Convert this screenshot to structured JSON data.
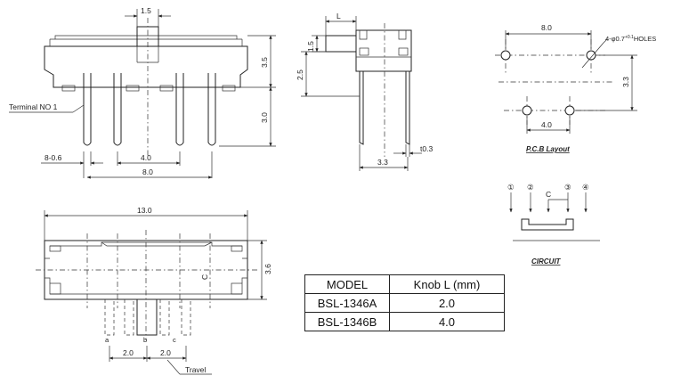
{
  "front_view": {
    "dim_top": "1.5",
    "dim_right_upper": "3.5",
    "dim_right_lower": "3.0",
    "dim_pin_dia": "8-0.6",
    "dim_inner_span": "4.0",
    "dim_outer_span": "8.0",
    "terminal_label": "Terminal NO 1"
  },
  "side_view": {
    "dim_knob_l": "L",
    "dim_knob_h": "1.5",
    "dim_left": "2.5",
    "dim_pin_thk": "t0.3",
    "dim_bottom": "3.3"
  },
  "pcb_layout": {
    "dim_top": "8.0",
    "holes_note": "4-φ0.7",
    "holes_note_sup": "+0.1",
    "holes_note_suffix": "HOLES",
    "dim_right": "3.3",
    "dim_bottom": "4.0",
    "title": "P.C.B Layout"
  },
  "circuit": {
    "title": "CIRCUIT",
    "terminals": [
      "①",
      "②",
      "③",
      "④"
    ],
    "common_label": "C"
  },
  "top_view": {
    "dim_top": "13.0",
    "dim_right": "3.6",
    "center_label": "C",
    "pos_a": "a",
    "pos_b": "b",
    "pos_c": "c",
    "dim_travel_1": "2.0",
    "dim_travel_2": "2.0",
    "travel_label": "Travel"
  },
  "model_table": {
    "headers": [
      "MODEL",
      "Knob L (mm)"
    ],
    "rows": [
      [
        "BSL-1346A",
        "2.0"
      ],
      [
        "BSL-1346B",
        "4.0"
      ]
    ]
  }
}
